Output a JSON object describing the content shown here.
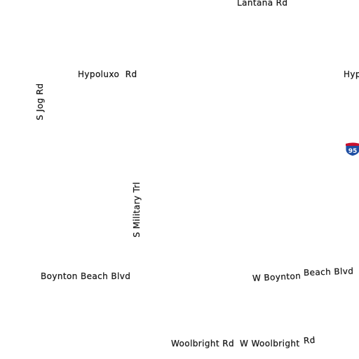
{
  "map": {
    "background": "#ffffff",
    "label_color": "#1a1a1a",
    "labels": {
      "lantana": "Lantana Rd",
      "hypoluxo": "Hypoluxo  Rd",
      "hypoluxo_east": "Hyp",
      "jog": "S Jog Rd",
      "military": "S Military Trl",
      "boynton_west": "Boynton Beach Blvd",
      "boynton_east_1": "W Boynton",
      "boynton_east_2": "Beach Blvd",
      "woolbright_west": "Woolbright Rd",
      "woolbright_east_1": "W Woolbright",
      "woolbright_east_2": "Rd"
    },
    "shield": {
      "route": "95",
      "icon": "interstate-shield-icon",
      "top_color": "#c8102e",
      "body_color": "#1f4fa3",
      "text_color": "#ffffff"
    }
  }
}
